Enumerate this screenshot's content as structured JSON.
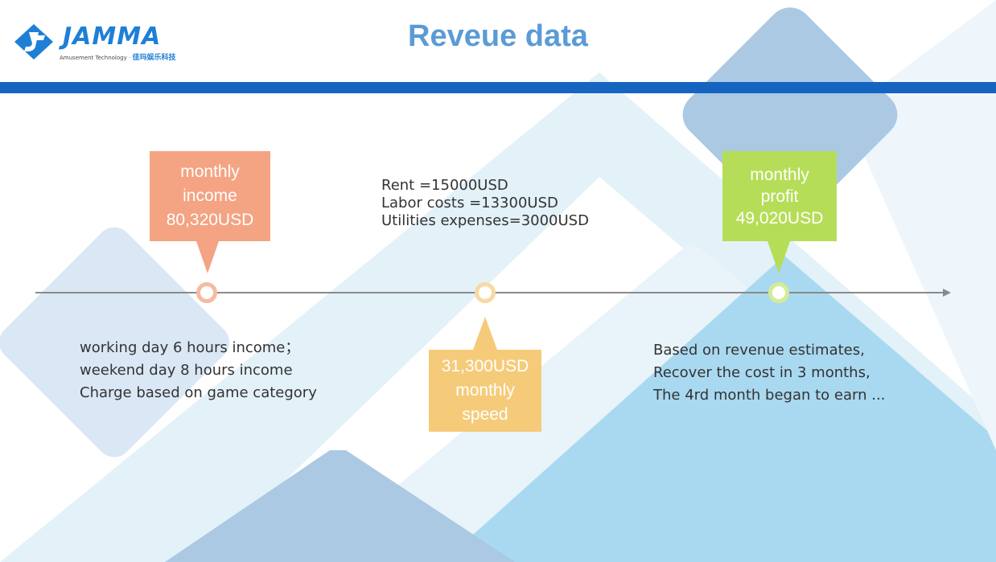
{
  "header": {
    "title": "Reveue data",
    "logo_word": "JAMMA",
    "logo_sub_en": "Amusement Technology ·",
    "logo_sub_cn": "佳玛娱乐科技"
  },
  "colors": {
    "income": "#f4a383",
    "speed": "#f5cb7a",
    "profit": "#b6dd57",
    "header_bar": "#1565c0",
    "title": "#5b9bd5"
  },
  "timeline": {
    "income_box": [
      "monthly",
      "income",
      "80,320USD"
    ],
    "income_notes": [
      "working day 6 hours income；",
      "weekend day 8 hours income",
      "Charge based on game category"
    ],
    "costs": [
      "Rent =15000USD",
      "Labor costs =13300USD",
      "Utilities expenses=3000USD"
    ],
    "speed_box": [
      "31,300USD",
      "monthly",
      "speed"
    ],
    "profit_box": [
      "monthly",
      "profit",
      "49,020USD"
    ],
    "profit_notes": [
      "Based on revenue estimates,",
      "Recover the cost in 3 months,",
      "The 4rd month began to earn ..."
    ]
  }
}
